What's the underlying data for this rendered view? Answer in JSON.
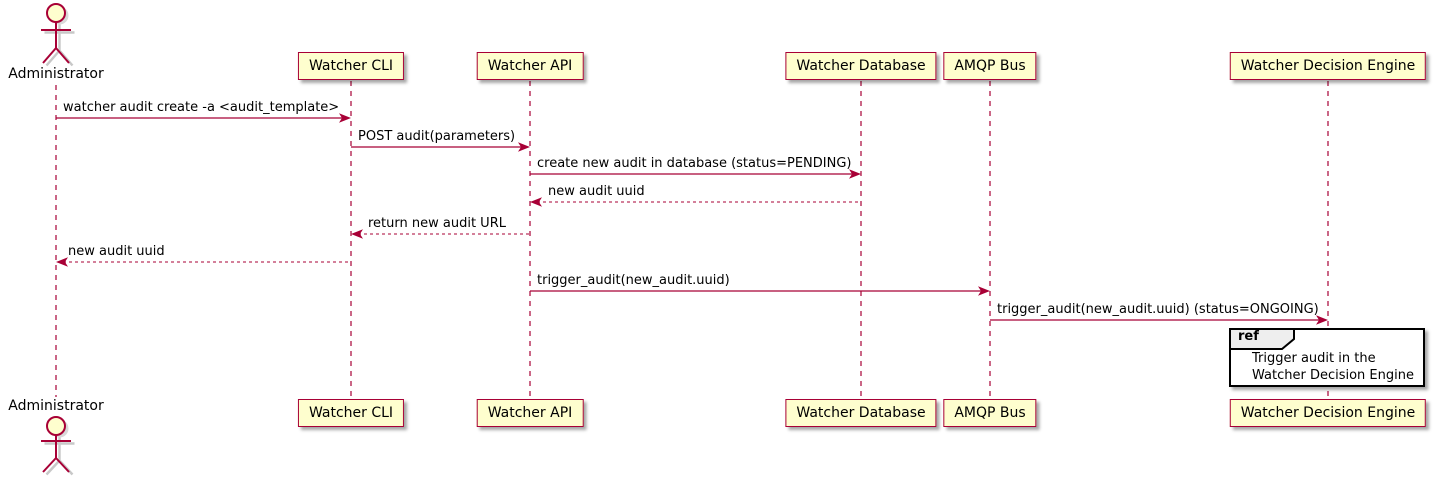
{
  "diagram_type": "sequence-diagram",
  "actor": {
    "name": "Administrator"
  },
  "participants": [
    {
      "name": "Watcher CLI"
    },
    {
      "name": "Watcher API"
    },
    {
      "name": "Watcher Database"
    },
    {
      "name": "AMQP Bus"
    },
    {
      "name": "Watcher Decision Engine"
    }
  ],
  "messages": [
    {
      "from": "Administrator",
      "to": "Watcher CLI",
      "style": "solid",
      "label": "watcher audit create -a <audit_template>"
    },
    {
      "from": "Watcher CLI",
      "to": "Watcher API",
      "style": "solid",
      "label": "POST audit(parameters)"
    },
    {
      "from": "Watcher API",
      "to": "Watcher Database",
      "style": "solid",
      "label": "create new audit in database (status=PENDING)"
    },
    {
      "from": "Watcher Database",
      "to": "Watcher API",
      "style": "dashed",
      "label": "new audit uuid"
    },
    {
      "from": "Watcher API",
      "to": "Watcher CLI",
      "style": "dashed",
      "label": "return new audit URL"
    },
    {
      "from": "Watcher CLI",
      "to": "Administrator",
      "style": "dashed",
      "label": "new audit uuid"
    },
    {
      "from": "Watcher API",
      "to": "AMQP Bus",
      "style": "solid",
      "label": "trigger_audit(new_audit.uuid)"
    },
    {
      "from": "AMQP Bus",
      "to": "Watcher Decision Engine",
      "style": "solid",
      "label": "trigger_audit(new_audit.uuid) (status=ONGOING)"
    }
  ],
  "ref": {
    "keyword": "ref",
    "over": "Watcher Decision Engine",
    "line1": "Trigger audit in the",
    "line2": "Watcher Decision Engine"
  },
  "colors": {
    "participant_fill": "#FEFECE",
    "stroke": "#A80036",
    "text": "#000000",
    "ref_border": "#000000",
    "ref_tab_fill": "#EEEEEE"
  }
}
